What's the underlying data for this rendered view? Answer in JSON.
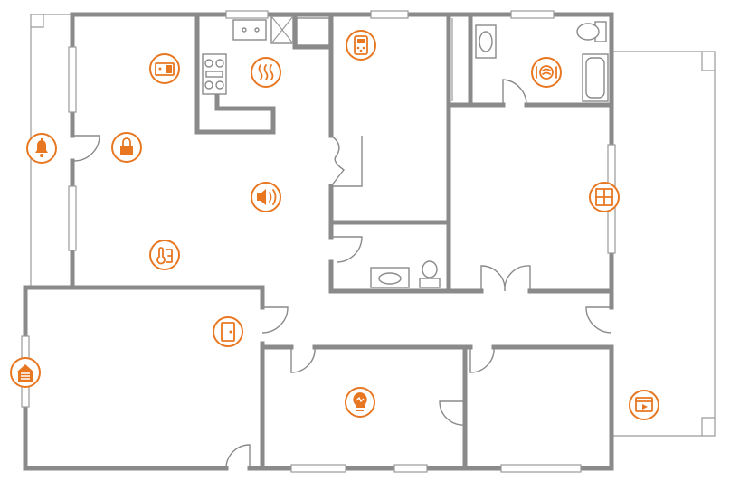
{
  "accent_color": "#e87722",
  "devices": [
    {
      "id": "doorbell",
      "icon": "bell-icon"
    },
    {
      "id": "smart-lock",
      "icon": "lock-icon"
    },
    {
      "id": "thermostat-panel",
      "icon": "thermostat-panel-icon"
    },
    {
      "id": "smart-oven",
      "icon": "heat-waves-icon"
    },
    {
      "id": "remote-control",
      "icon": "remote-icon"
    },
    {
      "id": "water-heater",
      "icon": "water-heater-icon"
    },
    {
      "id": "smart-speaker",
      "icon": "speaker-icon"
    },
    {
      "id": "smart-window",
      "icon": "window-icon"
    },
    {
      "id": "temperature-sensor",
      "icon": "thermometer-icon"
    },
    {
      "id": "door-sensor",
      "icon": "door-icon"
    },
    {
      "id": "garage-door",
      "icon": "garage-icon"
    },
    {
      "id": "smart-bulb",
      "icon": "light-bulb-icon"
    },
    {
      "id": "media-player",
      "icon": "media-player-icon"
    }
  ]
}
